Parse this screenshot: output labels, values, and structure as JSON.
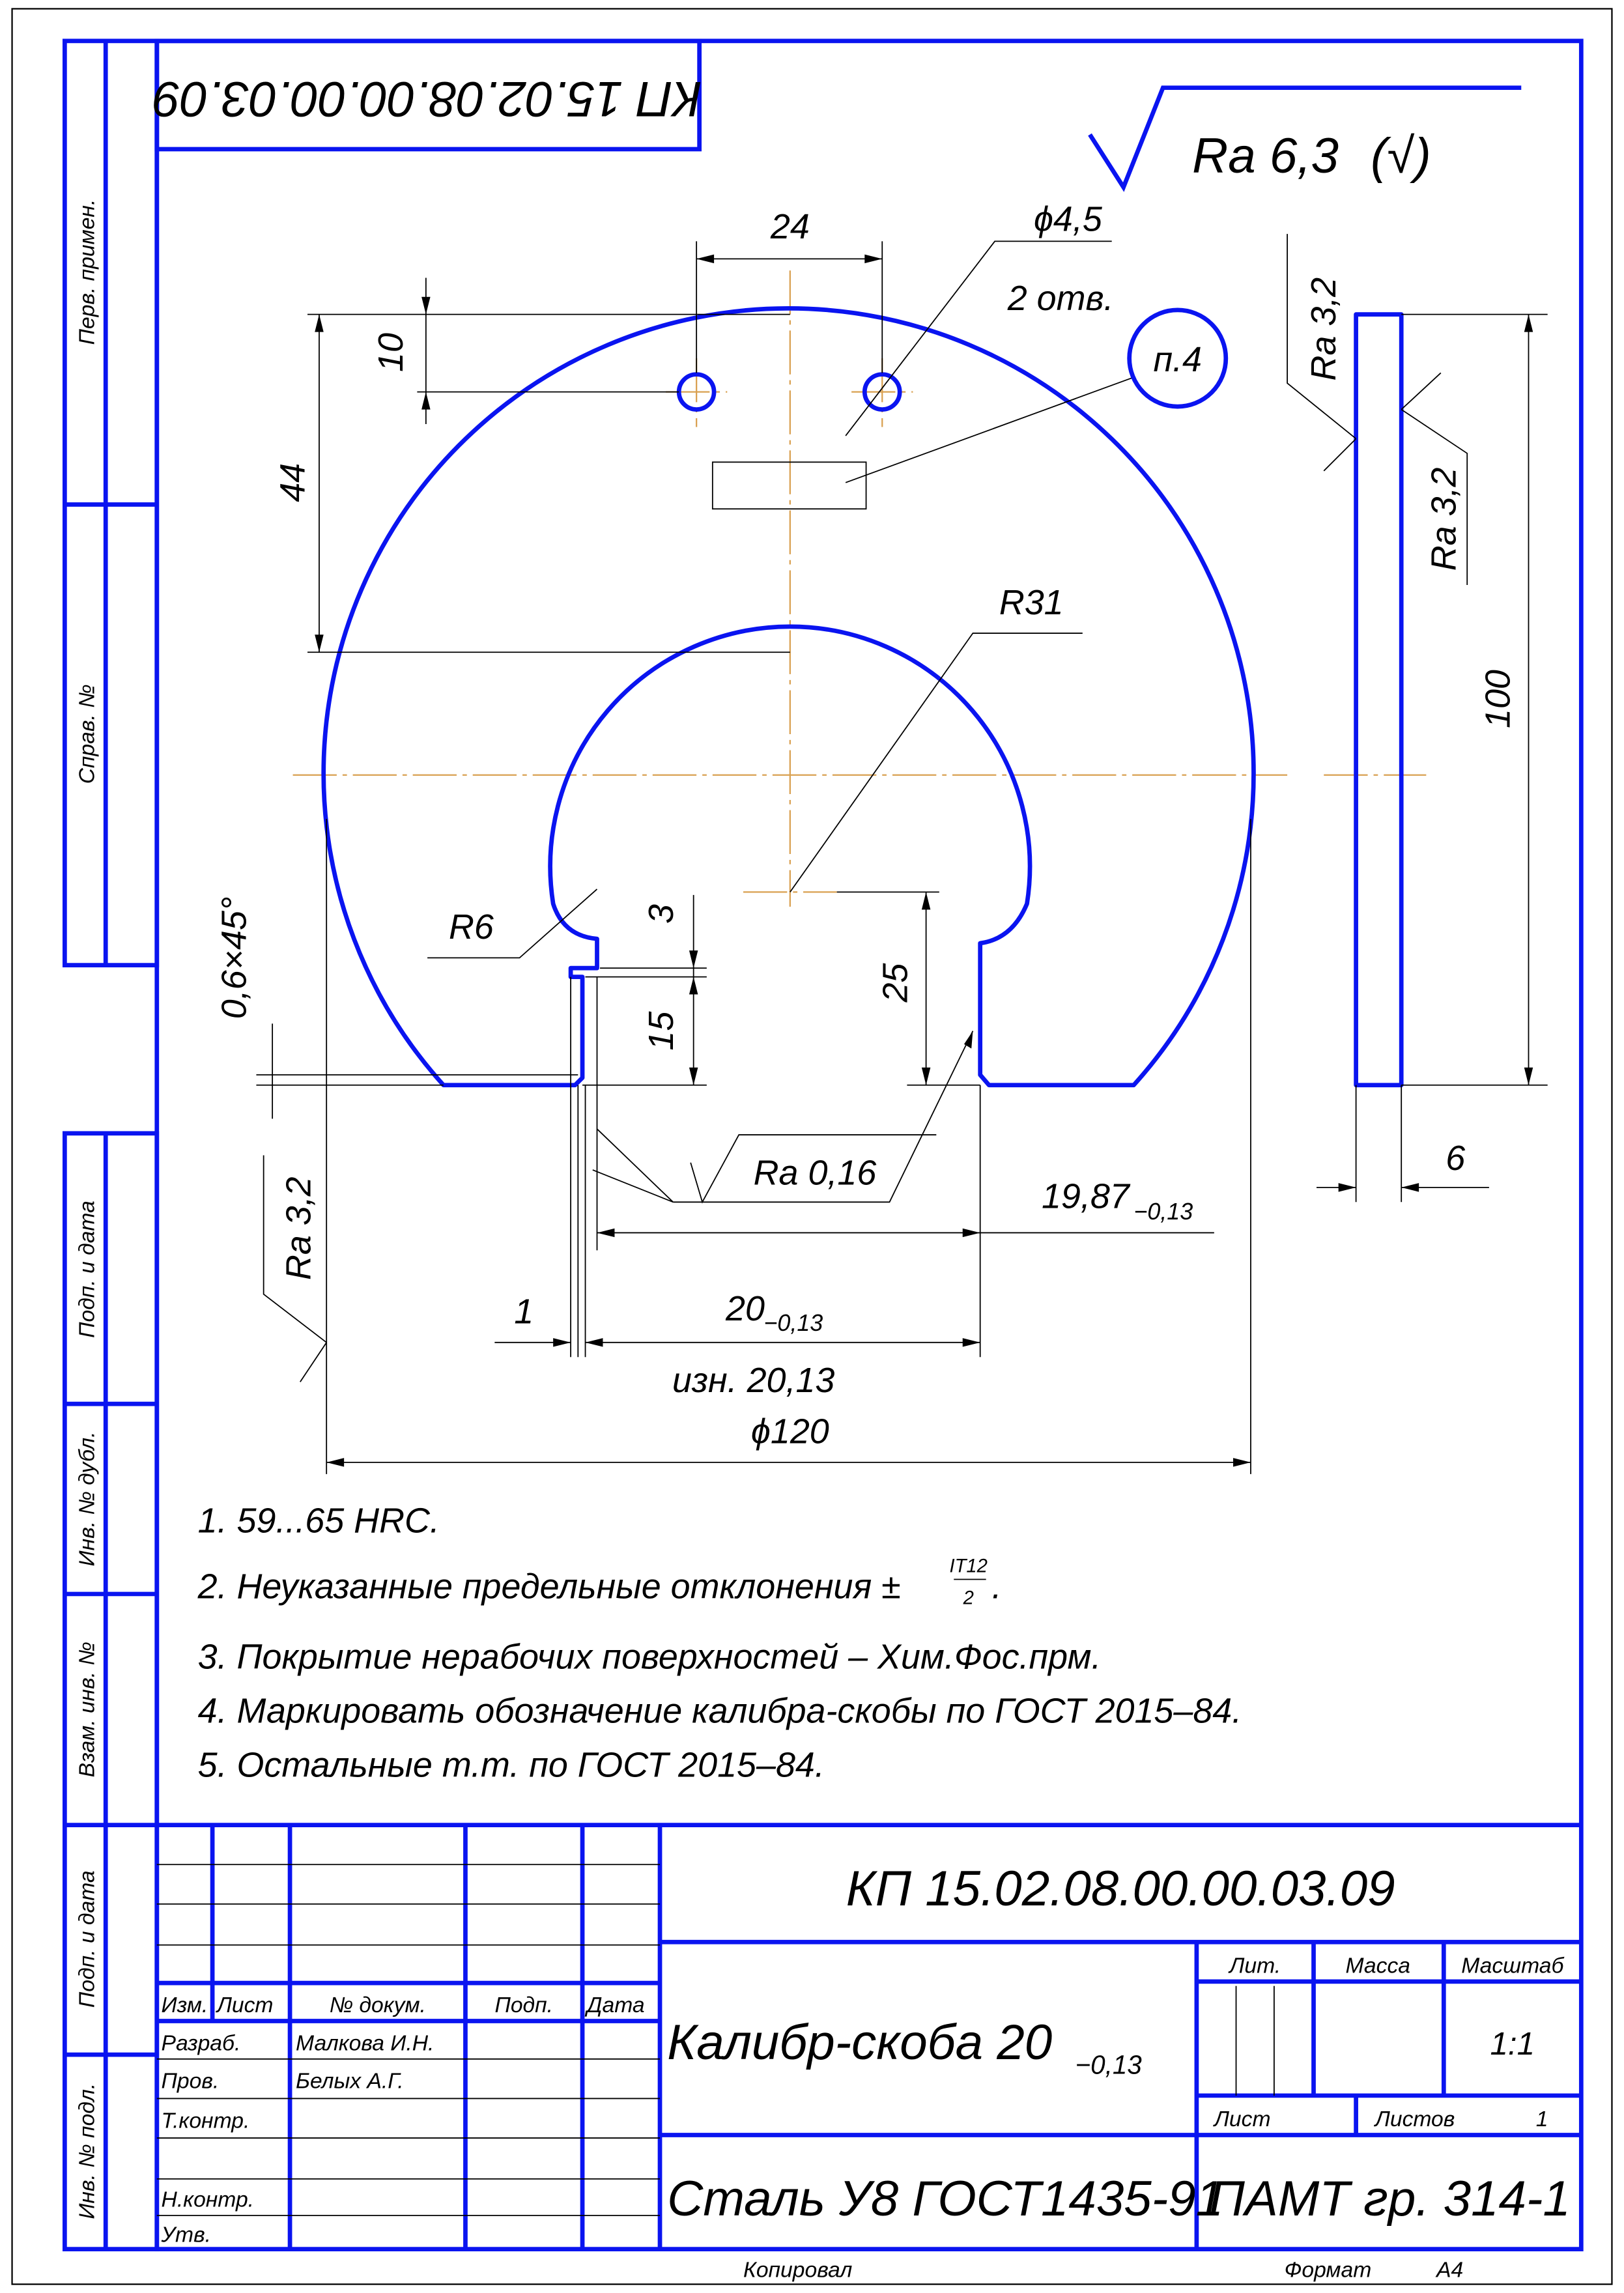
{
  "colors": {
    "outline": "#0a14f0",
    "centerline": "#d9a050",
    "dimension": "#000000"
  },
  "stamp_rotated": "КП 15.02.08.00.00.03.09",
  "left_strip": [
    "Перв. примен.",
    "Справ. №",
    "Подп. и дата",
    "Инв. № дубл.",
    "Взам. инв. №",
    "Подп. и дата",
    "Инв. № подл."
  ],
  "roughness_general": {
    "value": "Ra 6,3",
    "suffix": "(√)"
  },
  "dimensions": {
    "holes_spacing": "24",
    "hole_dia": "ϕ4,5",
    "hole_count": "2 отв.",
    "balloon": "п.4",
    "hole_offset": "10",
    "inner_top": "44",
    "radius_inner": "R31",
    "radius_notch": "R6",
    "step_3": "3",
    "step_15": "15",
    "slot_25": "25",
    "chamfer": "0,6×45°",
    "roughness_slot": "Ra 0,16",
    "no_go": "19,87",
    "no_go_tol": "−0,13",
    "go": "20",
    "go_tol": "−0,13",
    "offset_1": "1",
    "wear": "изн. 20,13",
    "outer_dia": "ϕ120",
    "roughness_left": "Ra 3,2",
    "roughness_side_1": "Ra 3,2",
    "roughness_side_2": "Ra 3,2",
    "height": "100",
    "thickness": "6"
  },
  "notes": [
    "1. 59...65 HRC.",
    "2. Неуказанные предельные отклонения ±",
    "3. Покрытие нерабочих поверхностей – Хим.Фос.прм.",
    "4. Маркировать обозначение калибра-скобы по ГОСТ 2015–84.",
    "5. Остальные т.т. по ГОСТ 2015–84."
  ],
  "note2_fraction": {
    "num": "IT12",
    "den": "2",
    "end": "."
  },
  "title_block": {
    "designation": "КП 15.02.08.00.00.03.09",
    "name": "Калибр-скоба 20",
    "name_tol": "−0,13",
    "material": "Сталь У8 ГОСТ1435-91",
    "organization": "ПАМТ гр. 314-1",
    "headers": {
      "izm": "Изм.",
      "list": "Лист",
      "doc": "№ докум.",
      "podp": "Подп.",
      "date": "Дата"
    },
    "roles": [
      "Разраб.",
      "Пров.",
      "Т.контр.",
      "",
      "Н.контр.",
      "Утв."
    ],
    "names": [
      "Малкова И.Н.",
      "Белых А.Г."
    ],
    "lit": "Лит.",
    "mass": "Масса",
    "scale_label": "Масштаб",
    "scale": "1:1",
    "sheet": "Лист",
    "sheets": "Листов",
    "sheets_count": "1"
  },
  "footer": {
    "copied": "Копировал",
    "format_label": "Формат",
    "format": "A4"
  }
}
